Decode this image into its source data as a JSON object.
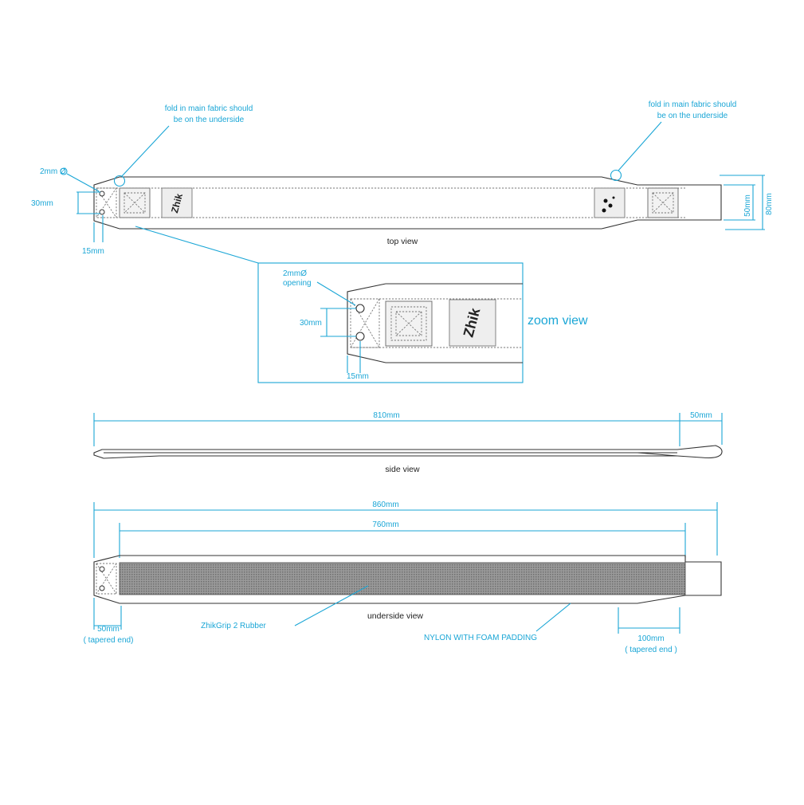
{
  "colors": {
    "accent": "#1aa6d6",
    "outline": "#333333",
    "rubber": "#8a8a8a"
  },
  "notes": {
    "fold_left": [
      "fold in main fabric should",
      "be on the underside"
    ],
    "fold_right": [
      "fold in main fabric should",
      "be on the underside"
    ]
  },
  "top_view": {
    "label": "top view",
    "hole_dim": "2mm",
    "hole_symbol": "Ø",
    "height_30": "30mm",
    "width_15": "15mm",
    "width_50": "50mm",
    "height_80": "80mm",
    "logo_text": "Zhik"
  },
  "zoom_view": {
    "title": "zoom view",
    "opening": [
      "2mmØ",
      "opening"
    ],
    "height_30": "30mm",
    "width_15": "15mm",
    "logo_text": "Zhik"
  },
  "side_view": {
    "label": "side view",
    "length_810": "810mm",
    "length_50": "50mm"
  },
  "underside_view": {
    "label": "underside view",
    "length_860": "860mm",
    "length_760": "760mm",
    "tapered_left": [
      "50mm",
      "( tapered end)"
    ],
    "tapered_right": [
      "100mm",
      "( tapered end )"
    ],
    "rubber_label": "ZhikGrip 2 Rubber",
    "nylon_label": "NYLON WITH FOAM PADDING"
  }
}
